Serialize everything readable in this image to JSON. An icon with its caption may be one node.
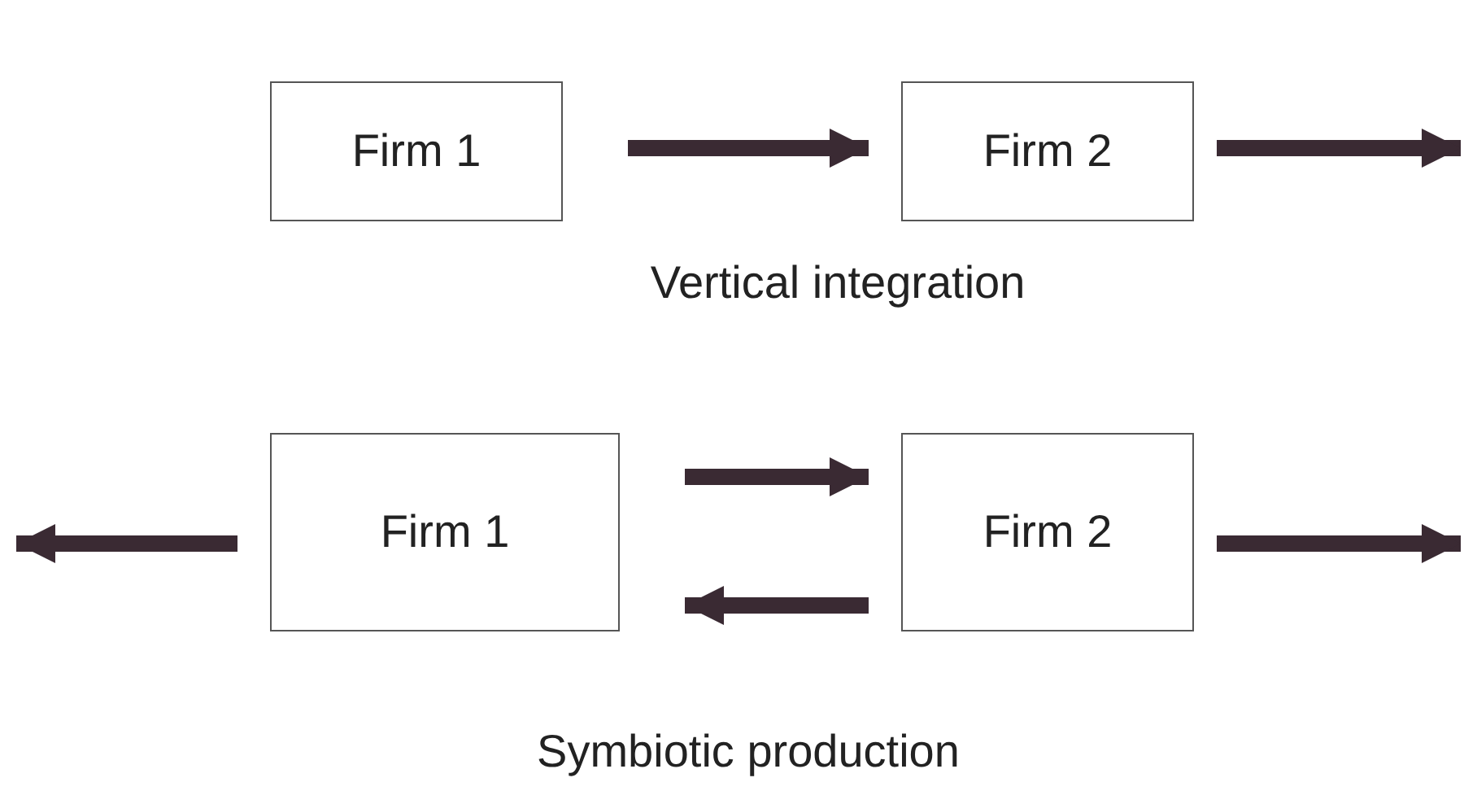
{
  "diagram": {
    "nodes": [
      {
        "text": [
          "Firm 1"
        ]
      },
      {
        "text": [
          "Firm 2"
        ]
      },
      {
        "text": [
          "Firm 1"
        ]
      },
      {
        "text": [
          "Firm 2"
        ]
      }
    ],
    "edges": [
      {
        "from": 0,
        "to": 1,
        "arrow": "to"
      },
      {
        "from": 1,
        "to": null,
        "arrow": "to"
      },
      {
        "from": 2,
        "to": 3,
        "arrow": "to"
      },
      {
        "from": 3,
        "to": 2,
        "arrow": "to"
      },
      {
        "from": 2,
        "to": null,
        "arrow": "to"
      },
      {
        "from": 3,
        "to": null,
        "arrow": "to"
      }
    ],
    "labels": [
      "Vertical integration",
      "Symbiotic production"
    ]
  }
}
